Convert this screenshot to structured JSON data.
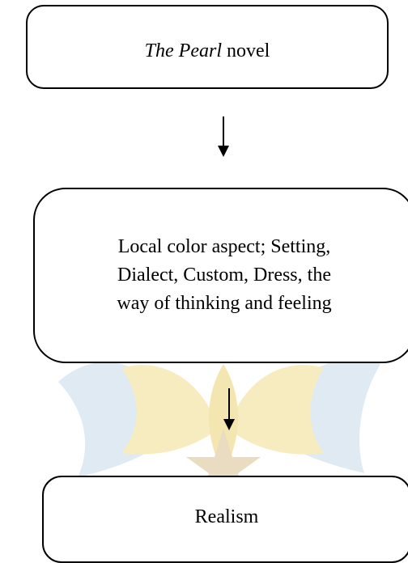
{
  "nodes": {
    "pearl": {
      "title_italic": "The Pearl",
      "title_rest": " novel"
    },
    "local_color": {
      "lines": [
        "Local color aspect; Setting,",
        "Dialect, Custom, Dress, the",
        "way of thinking and feeling"
      ]
    },
    "realism": {
      "label": "Realism"
    }
  },
  "colors": {
    "box_border": "#000000",
    "arrow": "#000000",
    "watermark_gold": "#f6ecc0",
    "watermark_blue": "#dfeaf3"
  }
}
